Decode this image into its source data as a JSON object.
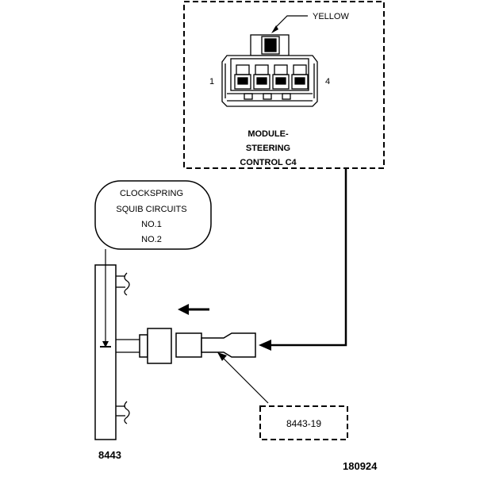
{
  "connector_color_label": "YELLOW",
  "pin_first": "1",
  "pin_last": "4",
  "module_label": [
    "MODULE-",
    "STEERING",
    "CONTROL C4"
  ],
  "clockspring_label": [
    "CLOCKSPRING",
    "SQUIB CIRCUITS",
    "NO.1",
    "NO.2"
  ],
  "adapter_label": "8443-19",
  "tool_label": "8443",
  "figure_number": "180924"
}
